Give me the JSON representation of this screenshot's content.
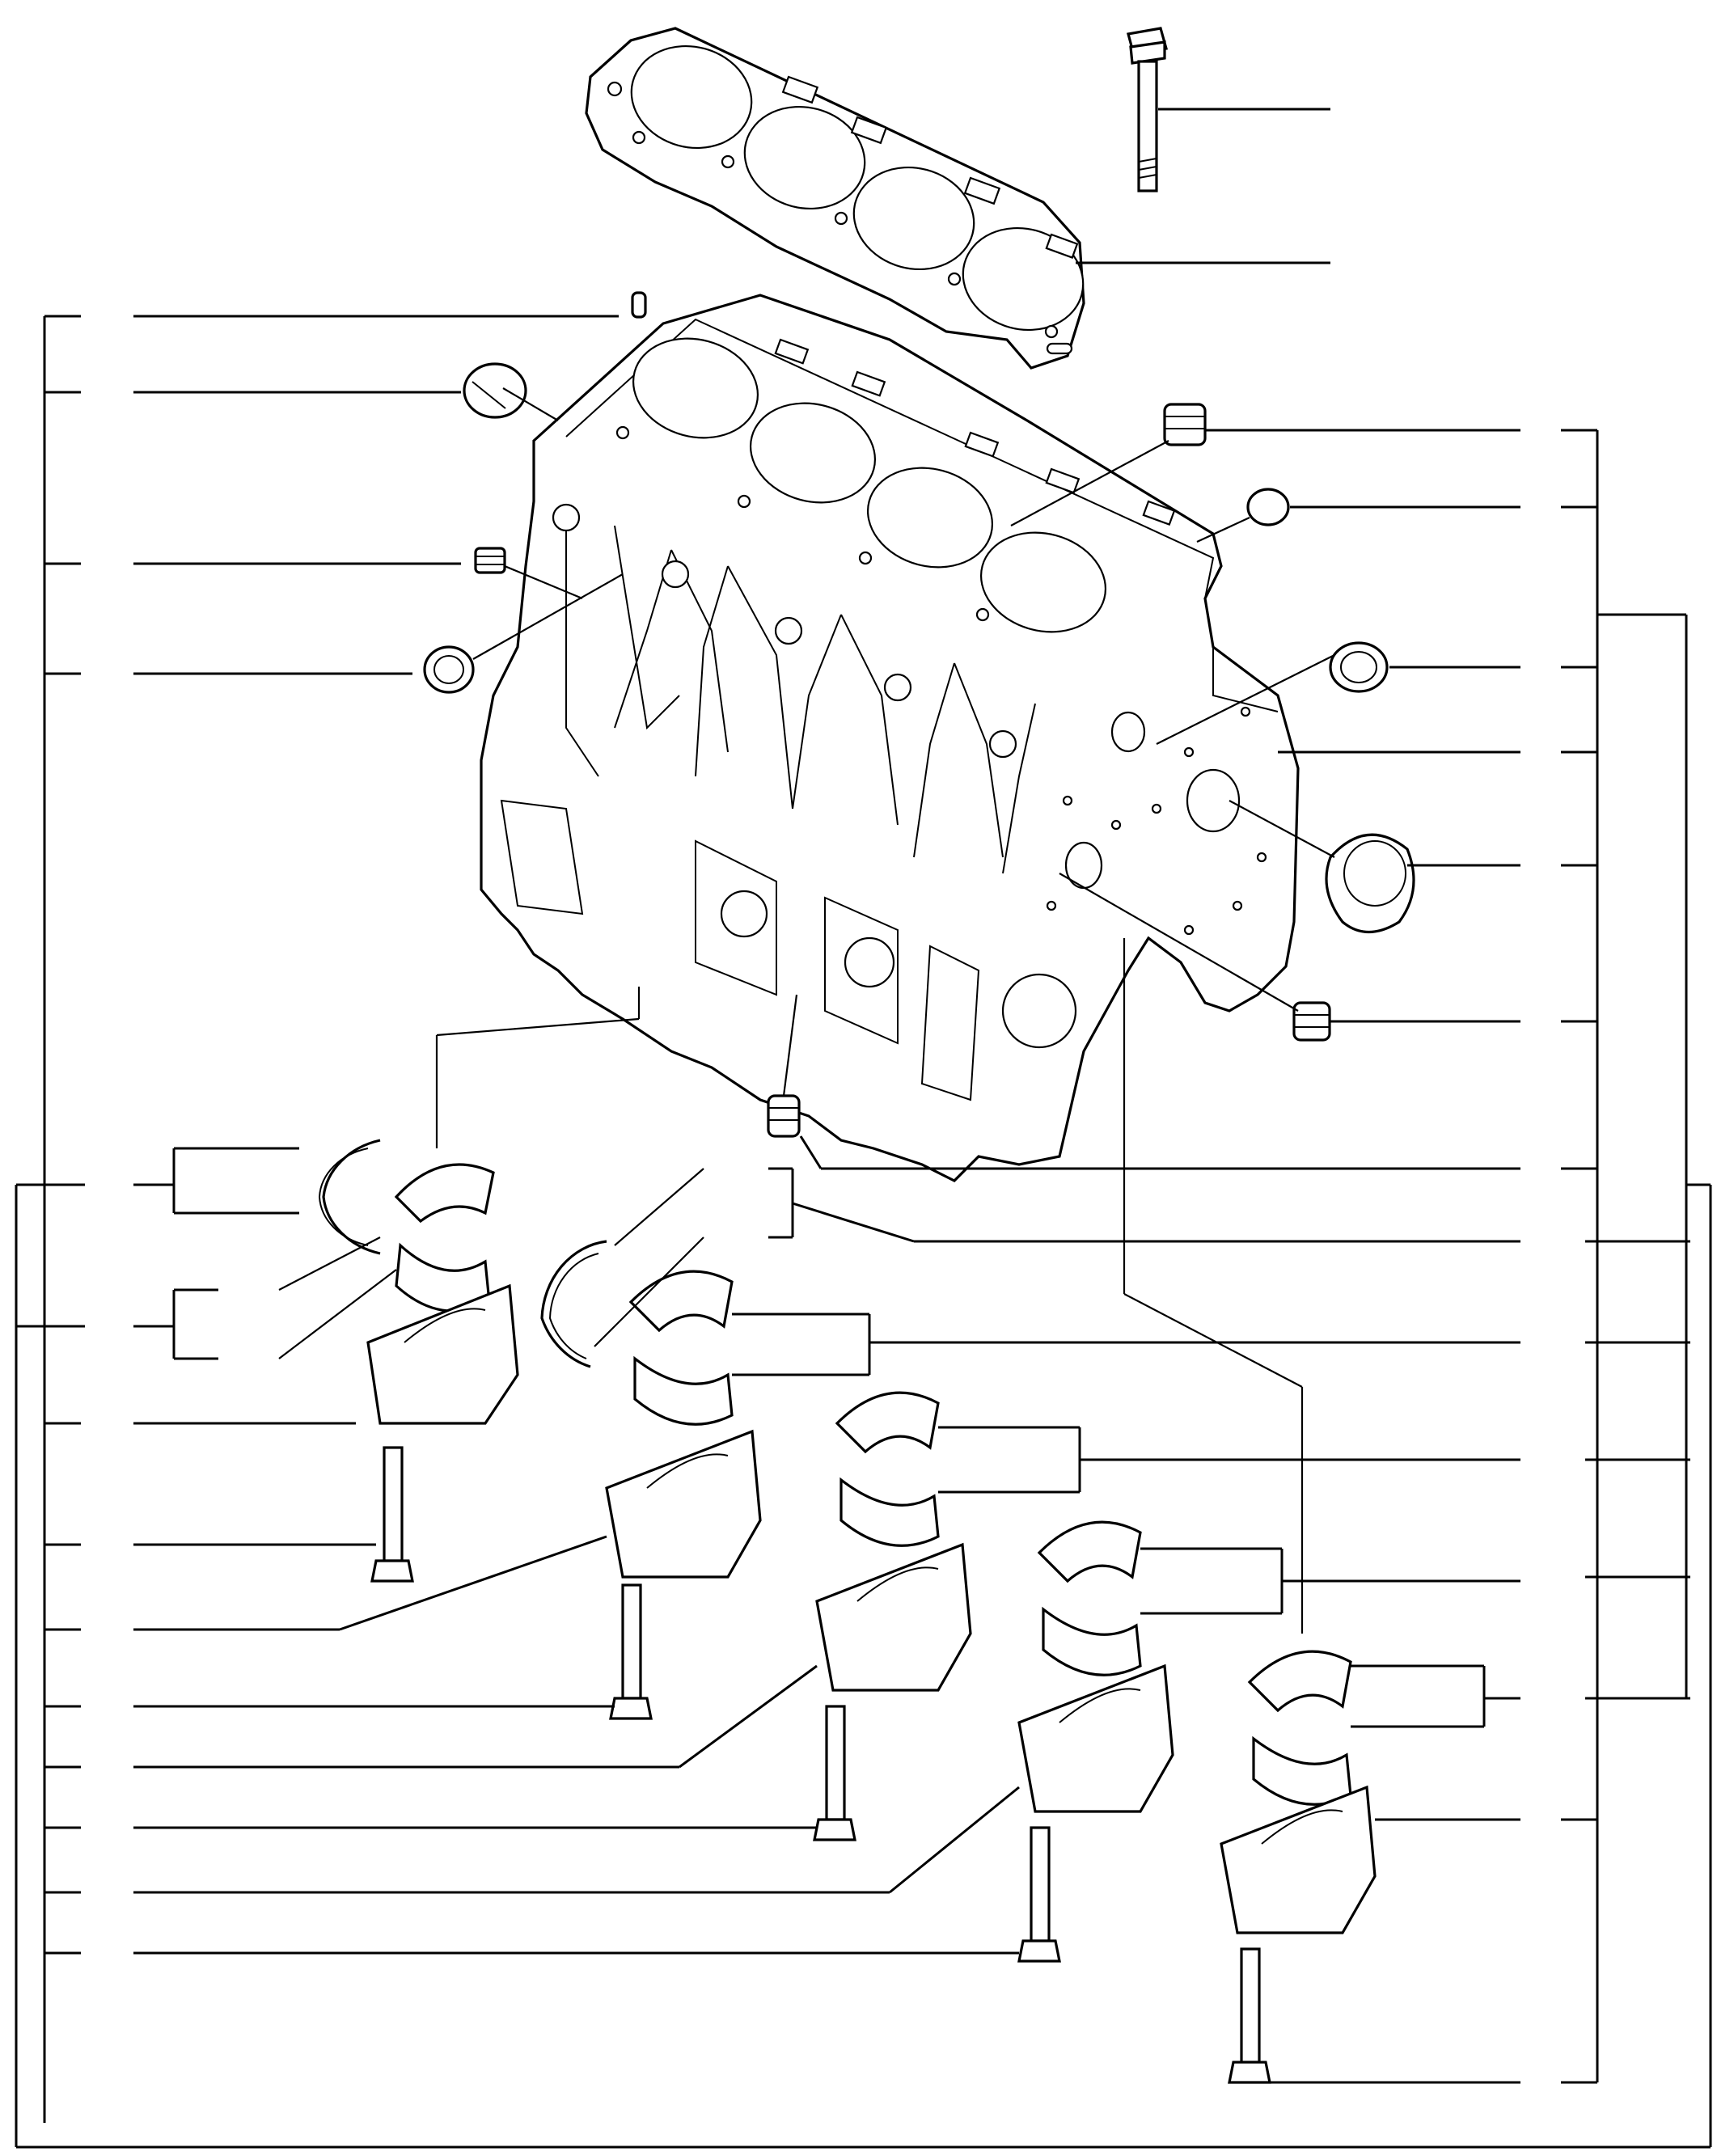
{
  "diagram": {
    "colors": {
      "line": "#000000",
      "background": "#ffffff"
    },
    "parts": [
      "head-gasket",
      "cylinder-block",
      "head-bolt",
      "dowel-pin",
      "expansion-plug",
      "oil-seal",
      "main-bearing-cap",
      "main-bearing-shell",
      "thrust-washer",
      "cap-bolt",
      "drain-plug",
      "front-bushing"
    ]
  }
}
